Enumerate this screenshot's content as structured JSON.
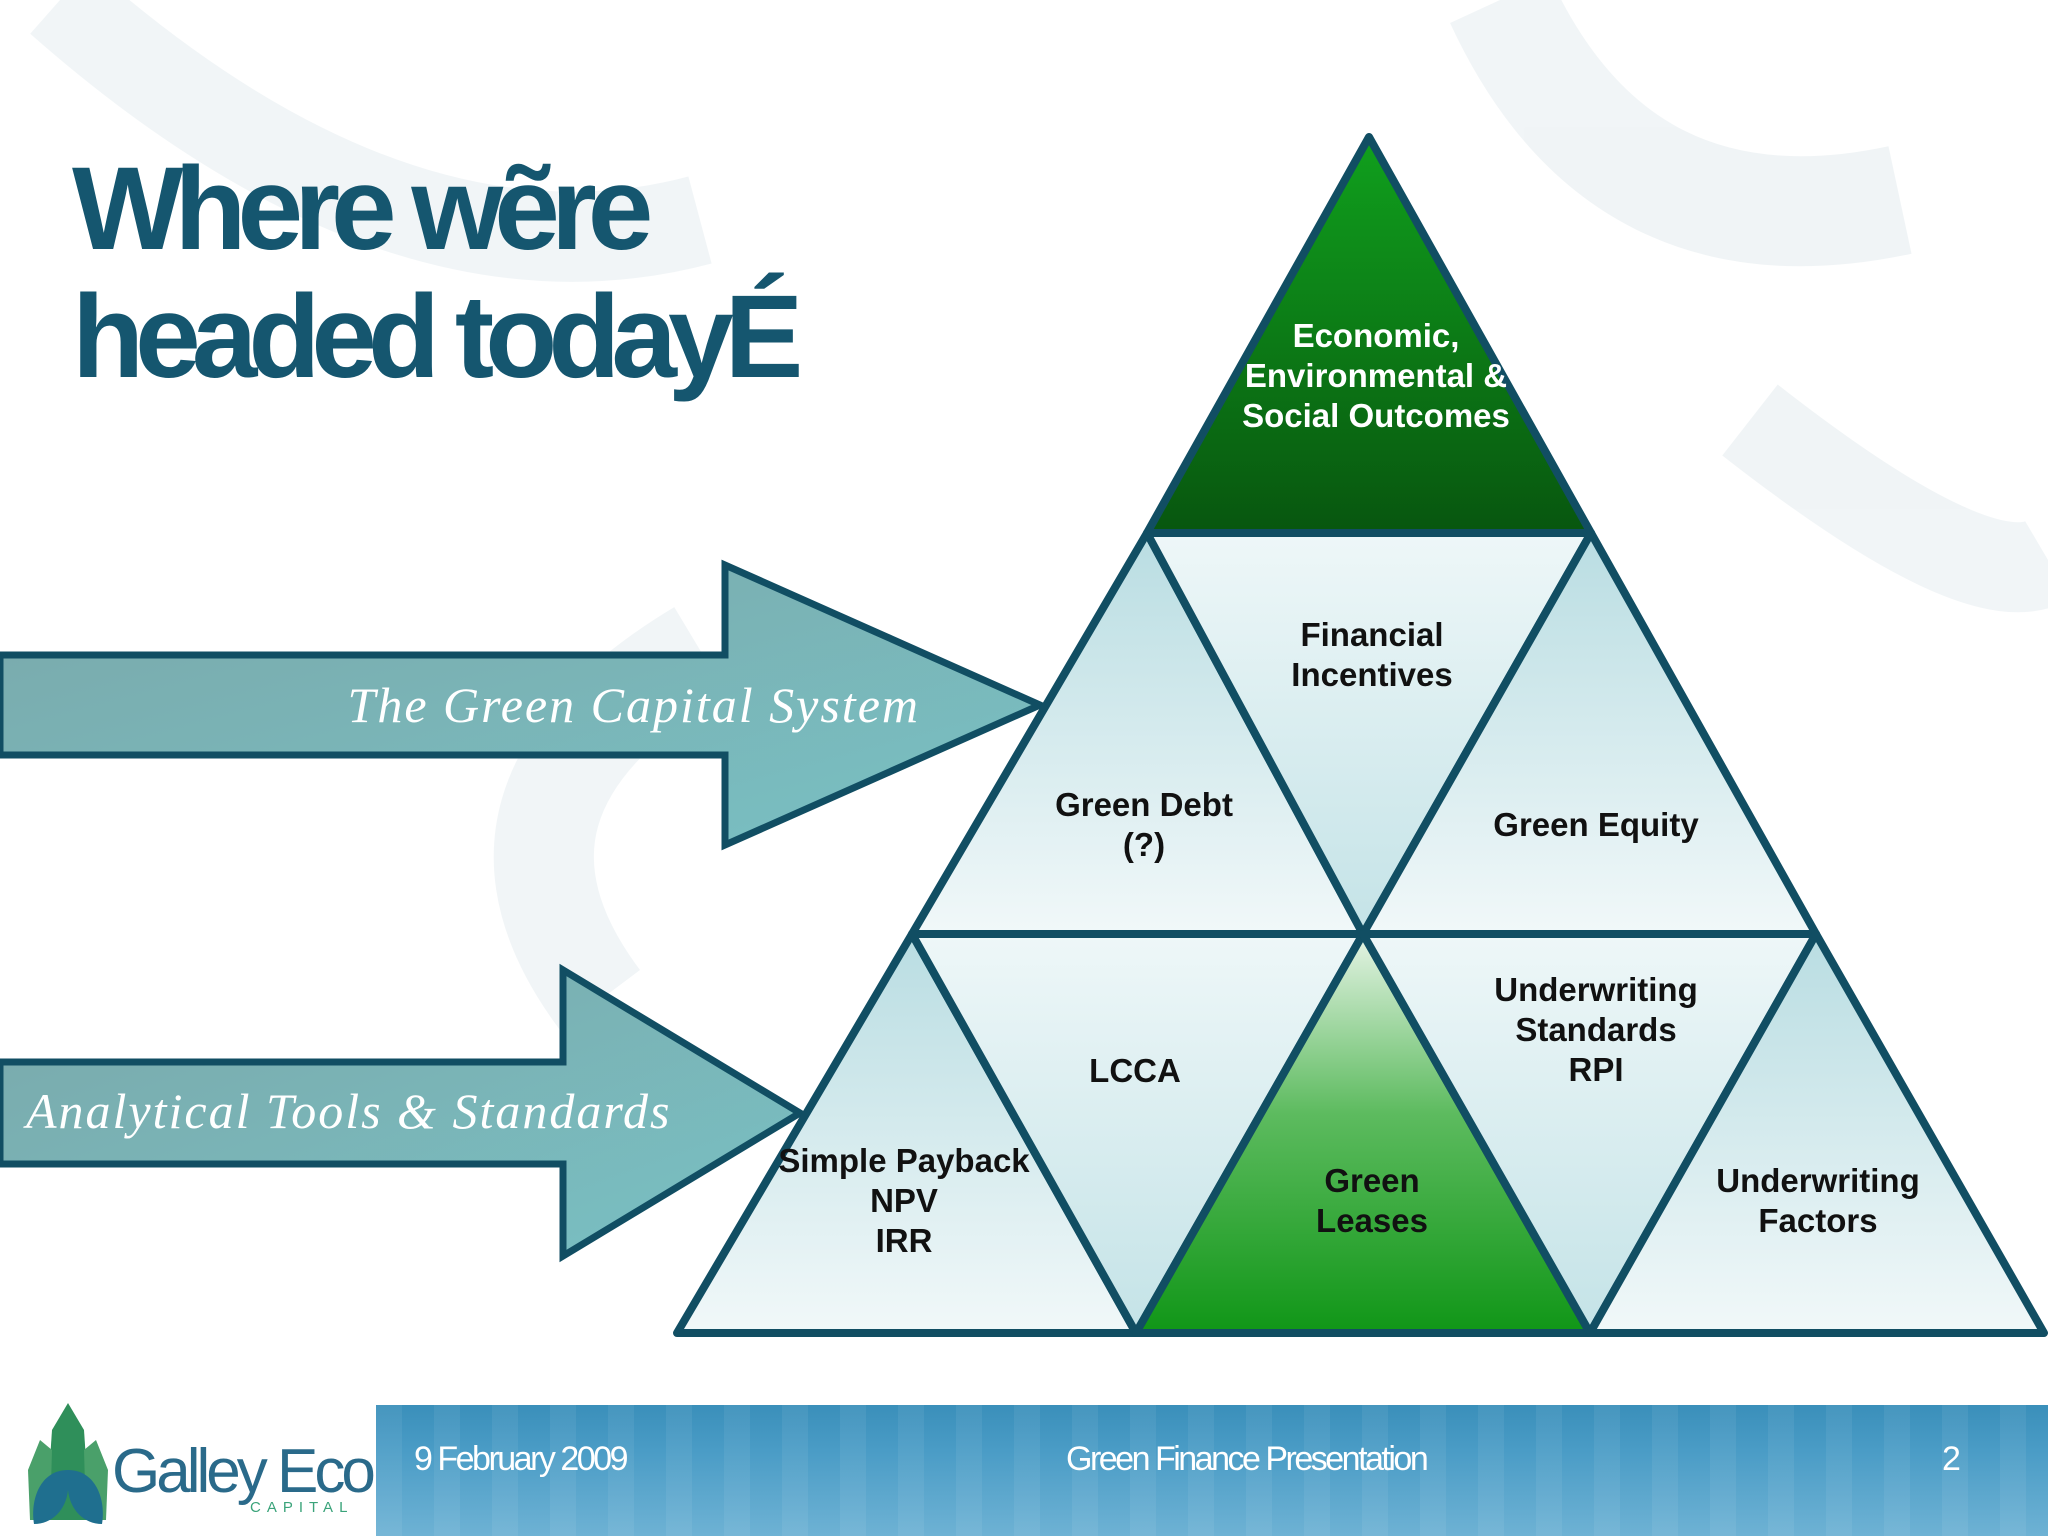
{
  "slide": {
    "title_line1": "Where wẽre",
    "title_line2": "headed todayÉ"
  },
  "arrows": [
    {
      "label": "The Green Capital System"
    },
    {
      "label": "Analytical Tools & Standards"
    }
  ],
  "pyramid": {
    "apex": [
      "Economic,",
      "Environmental &",
      "Social Outcomes"
    ],
    "financial_incentives": [
      "Financial",
      "Incentives"
    ],
    "green_debt": [
      "Green Debt",
      "(?)"
    ],
    "green_equity": [
      "Green Equity"
    ],
    "lcca": [
      "LCCA"
    ],
    "underwriting_standards": [
      "Underwriting",
      "Standards",
      "RPI"
    ],
    "simple_payback": [
      "Simple Payback",
      "NPV",
      "IRR"
    ],
    "green_leases": [
      "Green",
      "Leases"
    ],
    "underwriting_factors": [
      "Underwriting",
      "Factors"
    ]
  },
  "footer": {
    "date": "9 February 2009",
    "presentation": "Green Finance Presentation",
    "page_number": "2",
    "logo_name": "Galley Eco",
    "logo_sub": "CAPITAL"
  },
  "colors": {
    "title": "#15566f",
    "outline": "#114e63",
    "apex_green": "#0b6e1a",
    "leaf_green": "#1e9a2e",
    "light_cell": "#d7ecef",
    "arrow": "#6aa9ad"
  }
}
